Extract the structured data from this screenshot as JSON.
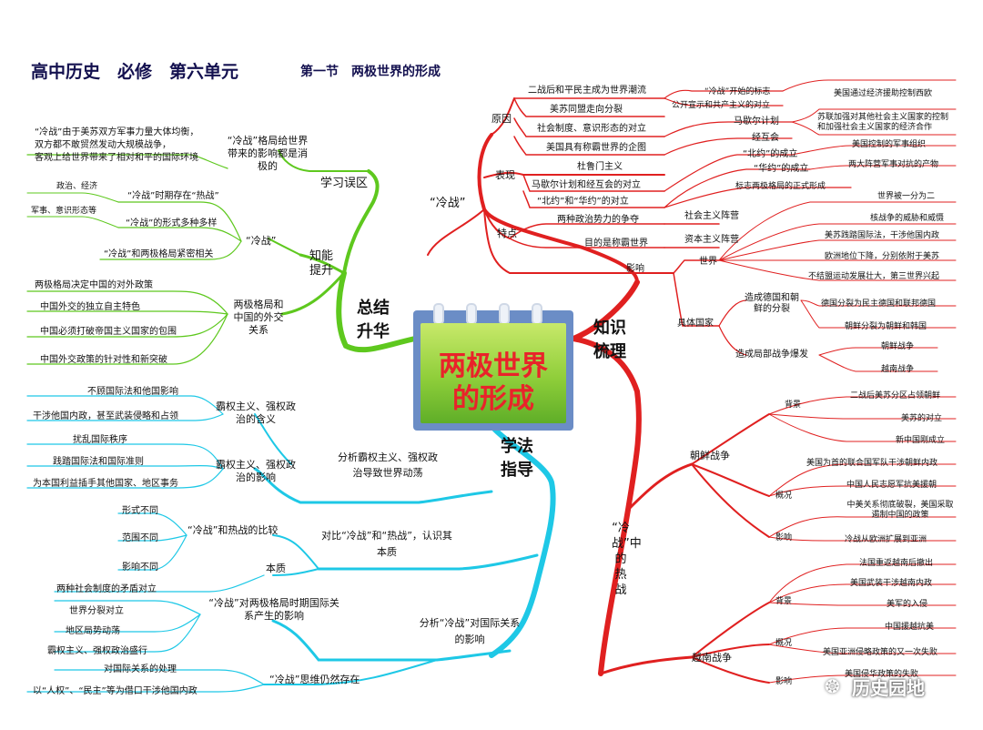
{
  "header": {
    "title": "高中历史　必修　第六单元",
    "subtitle": "第一节　两极世界的形成"
  },
  "center": {
    "title": "两极世界的形成"
  },
  "colors": {
    "red": "#e02020",
    "green": "#5ec81e",
    "cyan": "#1ec8e6",
    "title": "#13104f"
  },
  "branches": {
    "zhishi": "知识梳理",
    "zongjie": "总结升华",
    "xuefa": "学法指导",
    "lengzhan": "“冷战”",
    "rezhan": "“冷战”中的热战"
  },
  "red_top": {
    "yuanyin": "原因",
    "yuanyin_items": [
      "二战后和平民主成为世界潮流",
      "美苏同盟走向分裂",
      "社会制度、意识形态的对立",
      "美国具有称霸世界的企图"
    ],
    "biaoxian": "表现",
    "biaoxian_items": [
      "杜鲁门主义",
      "马歇尔计划和经互会的对立",
      "“北约”和“华约”的对立"
    ],
    "biaoxian_right": [
      "“冷战”开始的标志",
      "公开宣示和共产主义的对立",
      "马歇尔计划",
      "经互会",
      "“北约”的成立",
      "“华约”的成立",
      "标志两极格局的正式形成"
    ],
    "far_right": [
      "美国通过经济援助控制西欧",
      "苏联加强对其他社会主义国家的控制和加强社会主义国家的经济合作",
      "美国控制的军事组织",
      "两大阵营军事对抗的产物"
    ],
    "tedian": "特点",
    "tedian_items": [
      "两种政治势力的争夺",
      "目的是称霸世界"
    ],
    "zhenying": [
      "社会主义阵营",
      "资本主义阵营"
    ],
    "yingxiang": "影响",
    "shijie": "世界",
    "shijie_items": [
      "世界被一分为二",
      "核战争的威胁和威慑",
      "美苏践踏国际法，干涉他国内政",
      "欧洲地位下降，分别依附于美苏",
      "不结盟运动发展壮大，第三世界兴起"
    ],
    "juti": "具体国家",
    "fenlie": "造成德国和朝鲜的分裂",
    "fenlie_items": [
      "德国分裂为民主德国和联邦德国",
      "朝鲜分裂为朝鲜和韩国"
    ],
    "jubu": "造成局部战争爆发",
    "jubu_items": [
      "朝鲜战争",
      "越南战争"
    ]
  },
  "red_bottom": {
    "chaoxian": "朝鲜战争",
    "beijing": "背景",
    "cx_bj": [
      "二战后美苏分区占领朝鲜",
      "美苏的对立",
      "新中国刚成立"
    ],
    "gaikuang": "概况",
    "cx_gk": [
      "美国为首的联合国军队干涉朝鲜内政",
      "中国人民志愿军抗美援朝"
    ],
    "yingxiang": "影响",
    "cx_yx": [
      "中美关系彻底破裂，美国采取遏制中国的政策",
      "冷战从欧洲扩展到亚洲"
    ],
    "yuenan": "越南战争",
    "yn_bj": [
      "法国重返越南后撤出",
      "美国武装干涉越南内政",
      "美军的入侵"
    ],
    "yn_gk": [
      "中国援越抗美",
      "美国亚洲侵略政策的又一次失败"
    ],
    "yn_yx": [
      "美国侵华政策的失败"
    ]
  },
  "green": {
    "xuexi": "学习误区",
    "wuqu_note": [
      "“冷战”由于美苏双方军事力量大体均衡，",
      "双方都不敢贸然发动大规模战争，",
      "客观上给世界带来了相对和平的国际环境"
    ],
    "wuqu_main": "“冷战”格局给世界带来的影响都是消极的",
    "nengli": "知能提升",
    "lz": "“冷战”",
    "lz_items": [
      "“冷战”时期存在“热战”",
      "“冷战”的形式多种多样",
      "“冷战”和两极格局紧密相关"
    ],
    "lz_sub": [
      "政治、经济",
      "军事、意识形态等"
    ],
    "liangji": "两极格局和中国的外交关系",
    "liangji_items": [
      "两极格局决定中国的对外政策",
      "中国外交的独立自主特色",
      "中国必须打破帝国主义国家的包围",
      "中国外交政策的针对性和新突破"
    ]
  },
  "cyan": {
    "fenxi1": "分析霸权主义、强权政治导致世界动荡",
    "hanyi": "霸权主义、强权政治的含义",
    "hanyi_items": [
      "不顾国际法和他国影响",
      "干涉他国内政，甚至武装侵略和占领"
    ],
    "yingxiang": "霸权主义、强权政治的影响",
    "yingxiang_items": [
      "扰乱国际秩序",
      "践踏国际法和国际准则",
      "为本国利益插手其他国家、地区事务"
    ],
    "duibi": "对比“冷战”和“热战”，认识其本质",
    "bijiao": "“冷战”和热战的比较",
    "bijiao_items": [
      "形式不同",
      "范围不同",
      "影响不同"
    ],
    "benzhi": "本质",
    "benzhi_items": [
      "两种社会制度的矛盾对立"
    ],
    "fenxi2": "分析“冷战”对国际关系的影响",
    "guoji": "“冷战”对两极格局时期国际关系产生的影响",
    "guoji_items": [
      "世界分裂对立",
      "地区局势动荡",
      "霸权主义、强权政治盛行"
    ],
    "siwei": "“冷战”思维仍然存在",
    "siwei_items": [
      "对国际关系的处理",
      "以“人权”、“民主”等为借口干涉他国内政"
    ]
  },
  "watermark": "历史园地"
}
